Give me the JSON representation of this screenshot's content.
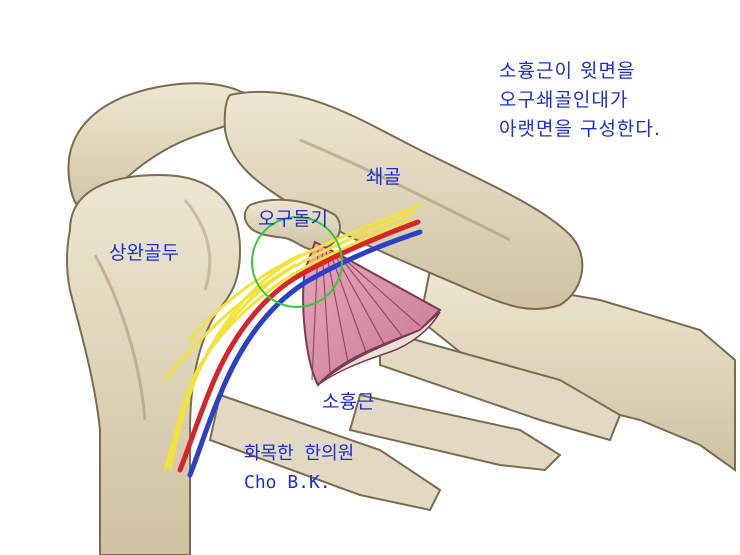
{
  "note": {
    "line1": "소흉근이 윗면을",
    "line2": "오구쇄골인대가",
    "line3": "아랫면을 구성한다."
  },
  "labels": {
    "clavicle": "쇄골",
    "coracoid": "오구돌기",
    "humeral_head": "상완골두",
    "pec_minor": "소흉근"
  },
  "signature": {
    "line1": "화목한 한의원",
    "line2": "Cho B.K."
  },
  "colors": {
    "bone": "#e6dcc6",
    "bone_shade": "#8f8163",
    "nerve": "#f2e23a",
    "artery": "#d6242b",
    "vein": "#2b3fc9",
    "muscle": "#d98ea8",
    "highlight_circle": "#35c93a",
    "text": "#1a2fd6"
  }
}
